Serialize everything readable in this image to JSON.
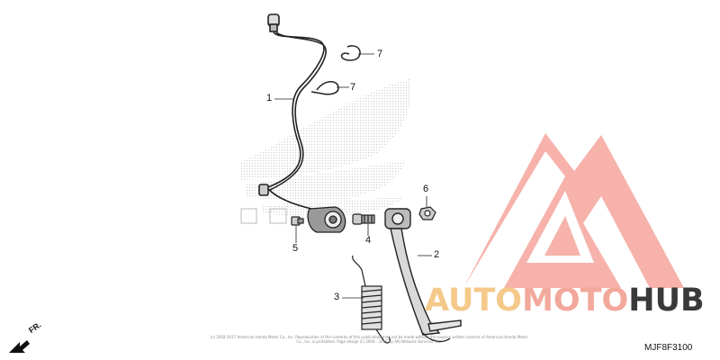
{
  "callouts": {
    "c1": "1",
    "c2": "2",
    "c3": "3",
    "c4": "4",
    "c5": "5",
    "c6": "6",
    "c7a": "7",
    "c7b": "7"
  },
  "direction_label": "FR.",
  "watermark": {
    "auto": "AUTO",
    "moto": "MOTO",
    "hub": "HUB",
    "color_auto": "#f4c98a",
    "color_moto": "#f2a89a",
    "color_hub": "#3a3a3a",
    "logo_color": "#f5a59c",
    "logo_icon": "automotohub-triangle-logo"
  },
  "copyright_text": "(c) 2002-2017 American Honda Motor Co., Inc. Reproduction of the contents of this publication may not be made without the express written consent of American Honda Motor Co., Inc. is prohibited. Page design (c) 2004 - 2017 by ARI Network Services, Inc.",
  "diagram_code": "MJF8F3100"
}
